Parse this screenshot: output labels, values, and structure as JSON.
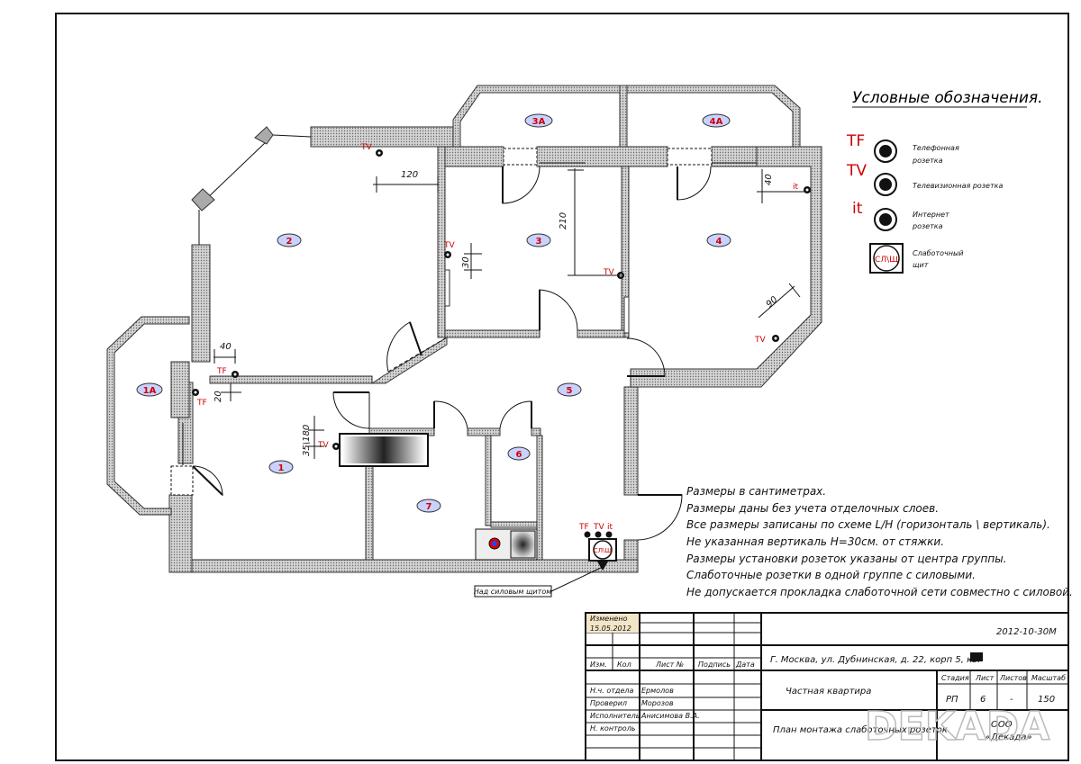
{
  "legend": {
    "title": "Условные обозначения.",
    "items": [
      {
        "code": "TF",
        "label1": "Телефонная",
        "label2": "розетка"
      },
      {
        "code": "TV",
        "label1": "Телевизионная розетка",
        "label2": ""
      },
      {
        "code": "it",
        "label1": "Интернет",
        "label2": "розетка"
      },
      {
        "code": "СЛ\\Щ",
        "label1": "Слаботочный",
        "label2": "щит"
      }
    ]
  },
  "rooms": [
    "1",
    "1A",
    "2",
    "3",
    "3A",
    "4",
    "4A",
    "5",
    "6",
    "7"
  ],
  "dims": {
    "d120": "120",
    "d210": "210",
    "d30": "30",
    "d40a": "40",
    "d40b": "40",
    "d90": "90",
    "d20": "20",
    "d35180": "35\\180"
  },
  "outlet_labels": {
    "tv_room2": "TV",
    "tv_room3": "TV",
    "tv_room3b": "TV",
    "it_room4": "it",
    "tv_room4": "TV",
    "tf_1a": "TF",
    "tf_1b": "TF",
    "tv_room1": "TV",
    "group_tf": "TF",
    "group_tv": "TV",
    "group_it": "it",
    "panel": "СЛ\\Щ"
  },
  "callout": "Над силовым щитом",
  "notes": [
    "Размеры в сантиметрах.",
    "Размеры даны без учета отделочных слоев.",
    "Все размеры записаны по схеме L/H (горизонталь \\ вертикаль).",
    "Не указанная вертикаль H=30см. от стяжки.",
    "Размеры установки розеток указаны от центра группы.",
    "Слаботочные розетки в одной группе с силовыми.",
    "Не допускается прокладка слаботочной сети совместно с силовой."
  ],
  "title_block": {
    "changed": "Изменено",
    "changed_date": "15.05.2012",
    "code": "2012-10-30М",
    "address": "Г. Москва, ул. Дубнинская, д. 22, корп 5, кв.",
    "col_izm": "Изм.",
    "col_kol": "Кол",
    "col_list": "Лист №",
    "col_sign": "Подпись",
    "col_date": "Дата",
    "roles": [
      {
        "role": "Н.ч. отдела",
        "name": "Ермолов"
      },
      {
        "role": "Проверил",
        "name": "Морозов"
      },
      {
        "role": "Исполнитель",
        "name": "Анисимова В.А."
      },
      {
        "role": "Н. контроль",
        "name": ""
      }
    ],
    "object": "Частная квартира",
    "sheet_name": "План монтажа слаботочных розеток",
    "h_stage": "Стадия",
    "h_sheet": "Лист",
    "h_sheets": "Листов",
    "h_scale": "Масштаб",
    "stage": "РП",
    "sheet": "6",
    "sheets": "-",
    "scale": "150",
    "org1": "ООО",
    "org2": "«Декада»",
    "watermark": "DEKADA"
  }
}
